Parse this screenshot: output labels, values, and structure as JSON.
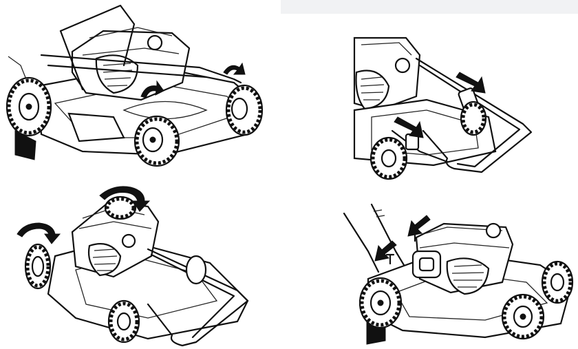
{
  "figure": {
    "panels": [
      {
        "id": "step-1",
        "action": "fold-handle-rotate",
        "arrow_icon": "curved-rotate-arrow-icon"
      },
      {
        "id": "step-2",
        "action": "press-handle-locks",
        "arrow_icon": "straight-press-arrow-icon"
      },
      {
        "id": "step-3",
        "action": "raise-handle-rotate",
        "arrow_icon": "curved-rotate-arrow-icon"
      },
      {
        "id": "step-4",
        "action": "insert-handle-pins",
        "arrow_icon": "straight-press-arrow-icon"
      }
    ]
  },
  "colors": {
    "line": "#111111",
    "background": "#ffffff",
    "top_bar": "#f1f2f4"
  }
}
